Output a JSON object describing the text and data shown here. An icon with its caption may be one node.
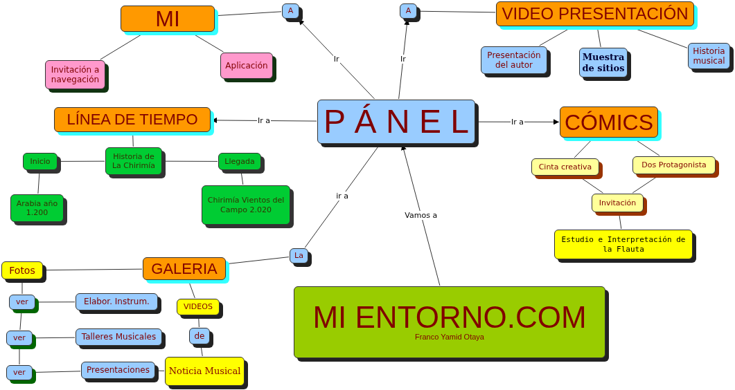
{
  "diagram": {
    "nodes": [
      {
        "text": [
          "P Á N E L"
        ]
      },
      {
        "text": [
          "A"
        ]
      },
      {
        "text": [
          "A"
        ]
      },
      {
        "text": [
          "MI"
        ]
      },
      {
        "text": [
          "Invitación a navegación"
        ]
      },
      {
        "text": [
          "Aplicación"
        ]
      },
      {
        "text": [
          "VIDEO PRESENTACIÓN"
        ]
      },
      {
        "text": [
          "Presentación del autor"
        ]
      },
      {
        "text": [
          "Muestra de sitios"
        ]
      },
      {
        "text": [
          "Historia musical"
        ]
      },
      {
        "text": [
          "LÍNEA DE TIEMPO"
        ]
      },
      {
        "text": [
          "Historia de La Chirimía"
        ]
      },
      {
        "text": [
          "Inicio"
        ]
      },
      {
        "text": [
          "Arabia año 1.200"
        ]
      },
      {
        "text": [
          "Llegada"
        ]
      },
      {
        "text": [
          "Chirimía Vientos del Campo 2.020"
        ]
      },
      {
        "text": [
          "CÓMICS"
        ]
      },
      {
        "text": [
          "Cinta creativa"
        ]
      },
      {
        "text": [
          "Dos Protagonista"
        ]
      },
      {
        "text": [
          "Invitación"
        ]
      },
      {
        "text": [
          "Estudio e Interpretación de la Flauta"
        ]
      },
      {
        "text": [
          "La"
        ]
      },
      {
        "text": [
          "GALERIA"
        ]
      },
      {
        "text": [
          "Fotos"
        ]
      },
      {
        "text": [
          "ver"
        ]
      },
      {
        "text": [
          "Elabor. Instrum."
        ]
      },
      {
        "text": [
          "ver"
        ]
      },
      {
        "text": [
          "Talleres Musicales"
        ]
      },
      {
        "text": [
          "ver"
        ]
      },
      {
        "text": [
          "Presentaciones"
        ]
      },
      {
        "text": [
          "VIDEOS"
        ]
      },
      {
        "text": [
          "de"
        ]
      },
      {
        "text": [
          "Noticia Musical"
        ]
      },
      {
        "text": [
          "MI ENTORNO.COM",
          "Franco Yamid Otaya"
        ]
      }
    ],
    "edges": [
      {
        "from": 0,
        "to": 1,
        "arrow": "to",
        "label": "Ir"
      },
      {
        "from": 0,
        "to": 2,
        "arrow": "to",
        "label": "Ir"
      },
      {
        "from": 1,
        "to": 3,
        "arrow": "none"
      },
      {
        "from": 2,
        "to": 6,
        "arrow": "none"
      },
      {
        "from": 0,
        "to": 10,
        "arrow": "to",
        "label": "Ir a"
      },
      {
        "from": 0,
        "to": 16,
        "arrow": "to",
        "label": "Ir a"
      },
      {
        "from": 0,
        "to": 21,
        "arrow": "none",
        "label": "ir a"
      },
      {
        "from": 21,
        "to": 22,
        "arrow": "none"
      },
      {
        "from": 33,
        "to": 0,
        "arrow": "to",
        "label": "Vamos a"
      },
      {
        "from": 3,
        "to": 4,
        "arrow": "none"
      },
      {
        "from": 3,
        "to": 5,
        "arrow": "none"
      },
      {
        "from": 6,
        "to": 7,
        "arrow": "none"
      },
      {
        "from": 6,
        "to": 8,
        "arrow": "none"
      },
      {
        "from": 6,
        "to": 9,
        "arrow": "none"
      },
      {
        "from": 10,
        "to": 11,
        "arrow": "none"
      },
      {
        "from": 11,
        "to": 12,
        "arrow": "none"
      },
      {
        "from": 12,
        "to": 13,
        "arrow": "none"
      },
      {
        "from": 11,
        "to": 14,
        "arrow": "none"
      },
      {
        "from": 14,
        "to": 15,
        "arrow": "none"
      },
      {
        "from": 16,
        "to": 17,
        "arrow": "none"
      },
      {
        "from": 16,
        "to": 18,
        "arrow": "none"
      },
      {
        "from": 17,
        "to": 19,
        "arrow": "none"
      },
      {
        "from": 18,
        "to": 19,
        "arrow": "none"
      },
      {
        "from": 19,
        "to": 20,
        "arrow": "none"
      },
      {
        "from": 22,
        "to": 23,
        "arrow": "none"
      },
      {
        "from": 23,
        "to": 24,
        "arrow": "none"
      },
      {
        "from": 24,
        "to": 25,
        "arrow": "none"
      },
      {
        "from": 24,
        "to": 26,
        "arrow": "none"
      },
      {
        "from": 26,
        "to": 27,
        "arrow": "none"
      },
      {
        "from": 26,
        "to": 28,
        "arrow": "none"
      },
      {
        "from": 28,
        "to": 29,
        "arrow": "none"
      },
      {
        "from": 29,
        "to": 32,
        "arrow": "none"
      },
      {
        "from": 22,
        "to": 30,
        "arrow": "none"
      },
      {
        "from": 30,
        "to": 31,
        "arrow": "none"
      },
      {
        "from": 31,
        "to": 32,
        "arrow": "none"
      }
    ]
  }
}
